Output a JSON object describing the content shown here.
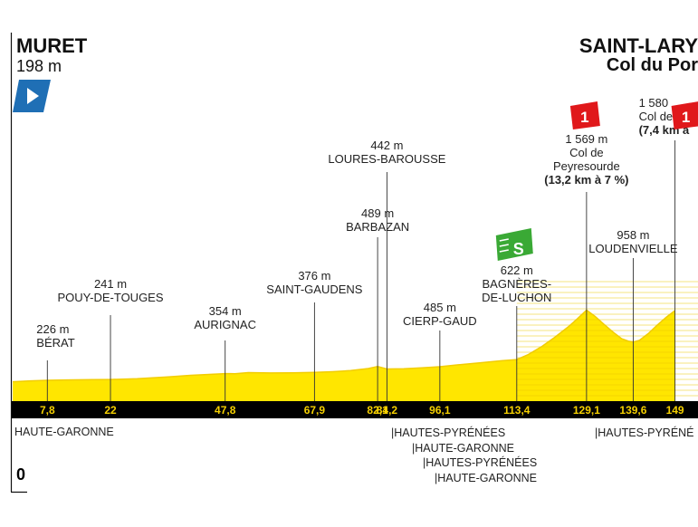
{
  "start": {
    "name": "MURET",
    "altitude": "198 m"
  },
  "finish": {
    "name": "SAINT-LARY",
    "subtitle": "Col du Por"
  },
  "zero_label": "0",
  "colors": {
    "profile": "#ffe600",
    "profile_dark": "#f2cd00",
    "bar": "#000000",
    "km_text": "#f5d000",
    "climb_badge": "#e0181b",
    "sprint_badge": "#3aa935",
    "start_flag": "#1f6fb5"
  },
  "chart_data": {
    "type": "area",
    "xlabel": "",
    "ylabel": "",
    "x": [
      0,
      4,
      7.8,
      12,
      18,
      22,
      28,
      35,
      40,
      47.8,
      50,
      53,
      58,
      63,
      67.9,
      72,
      76,
      80,
      82.1,
      84.2,
      88,
      92,
      96.1,
      100,
      105,
      110,
      113.4,
      116,
      119,
      122,
      125,
      127,
      129.1,
      131,
      133,
      135,
      137,
      138.5,
      139.6,
      141,
      143,
      145,
      147,
      149
    ],
    "y": [
      198,
      215,
      226,
      232,
      238,
      241,
      255,
      290,
      320,
      354,
      352,
      372,
      365,
      368,
      376,
      390,
      410,
      450,
      489,
      442,
      448,
      465,
      485,
      520,
      560,
      600,
      622,
      720,
      870,
      1050,
      1250,
      1400,
      1569,
      1450,
      1300,
      1150,
      1020,
      975,
      958,
      990,
      1120,
      1280,
      1430,
      1560
    ],
    "km_markers": [
      "7,8",
      "22",
      "47,8",
      "67,9",
      "82,1",
      "84,2",
      "96,1",
      "113,4",
      "129,1",
      "139,6",
      "149"
    ],
    "km_values": [
      7.8,
      22,
      47.8,
      67.9,
      82.1,
      84.2,
      96.1,
      113.4,
      129.1,
      139.6,
      149
    ],
    "waypoints": [
      {
        "km": 7.8,
        "alt": "226 m",
        "name": "BÉRAT"
      },
      {
        "km": 22,
        "alt": "241 m",
        "name": "POUY-DE-TOUGES"
      },
      {
        "km": 47.8,
        "alt": "354 m",
        "name": "AURIGNAC"
      },
      {
        "km": 67.9,
        "alt": "376 m",
        "name": "SAINT-GAUDENS"
      },
      {
        "km": 82.1,
        "alt": "489 m",
        "name": "BARBAZAN"
      },
      {
        "km": 84.2,
        "alt": "442 m",
        "name": "LOURES-BAROUSSE"
      },
      {
        "km": 96.1,
        "alt": "485 m",
        "name": "CIERP-GAUD"
      },
      {
        "km": 113.4,
        "alt": "622 m",
        "name": "BAGNÈRES-",
        "name2": "DE-LUCHON"
      },
      {
        "km": 129.1,
        "alt": "1 569 m",
        "name": "Col de",
        "name2": "Peyresourde",
        "detail": "(13,2 km à 7 %)"
      },
      {
        "km": 139.6,
        "alt": "958 m",
        "name": "LOUDENVIELLE"
      },
      {
        "km": 149,
        "alt": "1 580",
        "name": "Col de Val Lo",
        "detail": "(7,4 km à"
      }
    ],
    "regions": [
      "HAUTE-GARONNE",
      "|HAUTES-PYRÉNÉES",
      "|HAUTE-GARONNE",
      "|HAUTES-PYRÉNÉES",
      "|HAUTE-GARONNE",
      "|HAUTES-PYRÉNÉ"
    ],
    "climb_categories": [
      "1",
      "1"
    ],
    "sprint_label": "S"
  }
}
